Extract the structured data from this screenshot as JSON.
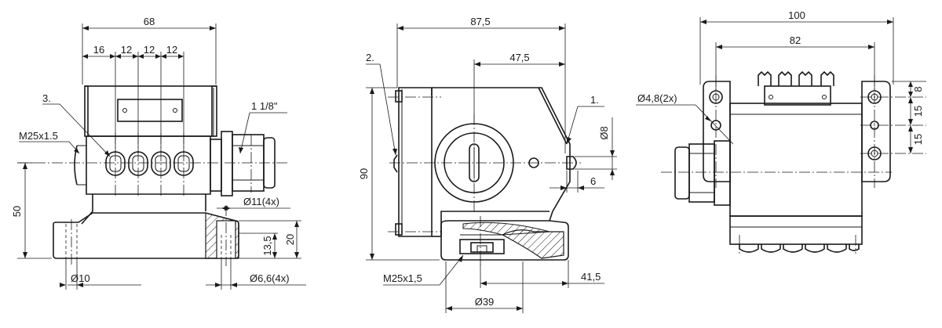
{
  "front_view": {
    "dim_overall_width": "68",
    "dim_spacing_1": "16",
    "dim_spacing_2": "12",
    "dim_spacing_3": "12",
    "dim_spacing_4": "12",
    "callout_3": "3.",
    "thread_left": "M25x1.5",
    "thread_gland": "1 1/8\"",
    "dim_height_50": "50",
    "dim_hole_11": "Ø11(4x)",
    "dim_13_5": "13,5",
    "dim_20": "20",
    "dim_dia_10": "Ø10",
    "dim_dia_6_6": "Ø6,6(4x)"
  },
  "side_view": {
    "dim_width_87_5": "87,5",
    "dim_47_5": "47,5",
    "callout_2": "2.",
    "callout_1": "1.",
    "dim_height_90": "90",
    "dim_dia_8": "Ø8",
    "dim_6": "6",
    "thread_bottom": "M25x1,5",
    "dim_41_5": "41,5",
    "dim_dia_39": "Ø39"
  },
  "rear_view": {
    "dim_width_100": "100",
    "dim_82": "82",
    "dim_hole_4_8": "Ø4,8(2x)",
    "dim_8": "8",
    "dim_15_a": "15",
    "dim_15_b": "15"
  }
}
